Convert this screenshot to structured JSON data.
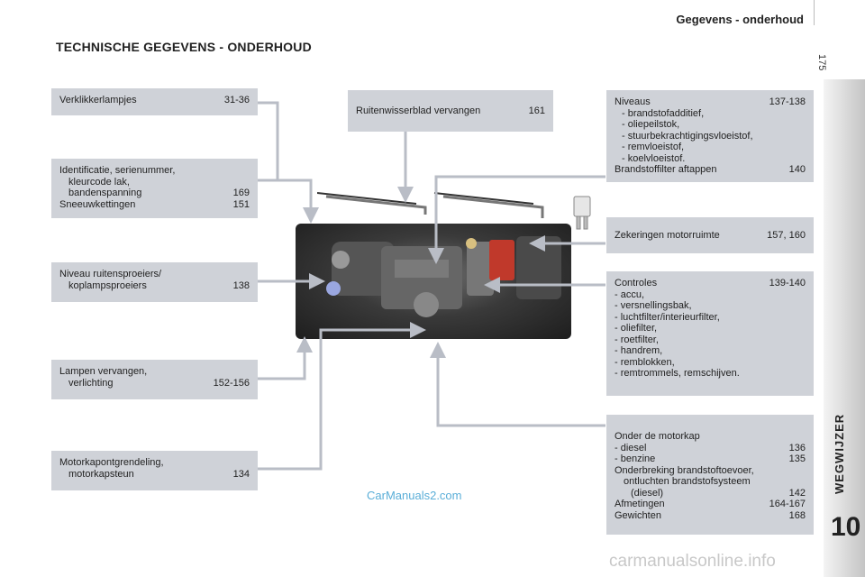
{
  "header": {
    "title": "Gegevens - onderhoud",
    "page_number": "175"
  },
  "section_title": "TECHNISCHE GEGEVENS - ONDERHOUD",
  "side_tab": {
    "label": "WEGWIJZER",
    "chapter": "10"
  },
  "boxes": {
    "verklikkerlampjes": {
      "label": "Verklikkerlampjes",
      "pages": "31-36"
    },
    "identificatie": {
      "line1": "Identificatie, serienummer,",
      "line2": "kleurcode lak,",
      "line3": "bandenspanning",
      "pages3": "169",
      "line4": "Sneeuwkettingen",
      "pages4": "151"
    },
    "niveau_ruitensproeiers": {
      "line1": "Niveau ruitensproeiers/",
      "line2": "koplampsproeiers",
      "pages": "138"
    },
    "lampen": {
      "line1": "Lampen vervangen,",
      "line2": "verlichting",
      "pages": "152-156"
    },
    "motorkap": {
      "line1": "Motorkapontgrendeling,",
      "line2": "motorkapsteun",
      "pages": "134"
    },
    "ruitenwisserblad": {
      "label": "Ruitenwisserblad vervangen",
      "pages": "161"
    },
    "niveaus": {
      "label": "Niveaus",
      "pages": "137-138",
      "items": [
        "brandstofadditief,",
        "oliepeilstok,",
        "stuurbekrachtigingsvloeistof,",
        "remvloeistof,",
        "koelvloeistof."
      ],
      "last": "Brandstoffilter aftappen",
      "last_pages": "140"
    },
    "zekeringen": {
      "label": "Zekeringen motorruimte",
      "pages": "157, 160"
    },
    "controles": {
      "label": "Controles",
      "pages": "139-140",
      "items": [
        "accu,",
        "versnellingsbak,",
        "luchtfilter/interieurfilter,",
        "oliefilter,",
        "roetfilter,",
        "handrem,",
        "remblokken,",
        "remtrommels, remschijven."
      ]
    },
    "onder_motorkap": {
      "label": "Onder de motorkap",
      "diesel": "diesel",
      "diesel_pages": "136",
      "benzine": "benzine",
      "benzine_pages": "135",
      "onderbreking1": "Onderbreking brandstoftoevoer,",
      "onderbreking2": "ontluchten brandstofsysteem",
      "onderbreking3": "(diesel)",
      "onderbreking_pages": "142",
      "afmetingen": "Afmetingen",
      "afmetingen_pages": "164-167",
      "gewichten": "Gewichten",
      "gewichten_pages": "168"
    }
  },
  "watermark": "CarManuals2.com",
  "footer_watermark": "carmanualsonline.info",
  "colors": {
    "box": "#cfd2d8",
    "leader": "#b9bdc6",
    "watermark": "#5aaed8"
  }
}
